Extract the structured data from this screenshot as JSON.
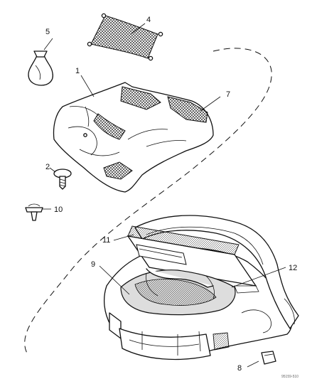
{
  "callouts": {
    "c1": "1",
    "c2": "2",
    "c4": "4",
    "c5": "5",
    "c7": "7",
    "c8": "8",
    "c9": "9",
    "c10": "10",
    "c11": "11",
    "c12": "12"
  },
  "footer_code": "95159-510"
}
